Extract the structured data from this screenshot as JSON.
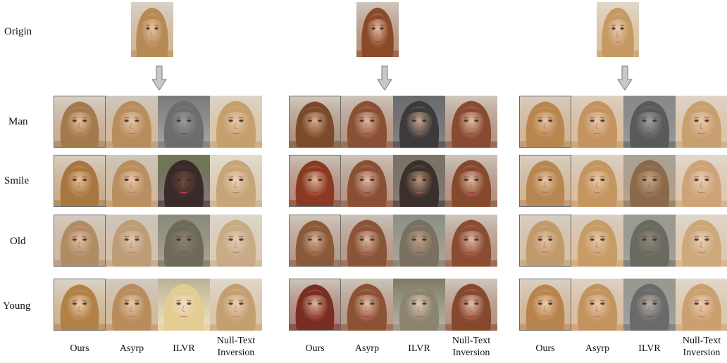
{
  "row_labels": {
    "origin": "Origin",
    "man": "Man",
    "smile": "Smile",
    "old": "Old",
    "young": "Young"
  },
  "column_labels": [
    "Ours",
    "Asyrp",
    "ILVR",
    "Null-Text\nInversion"
  ],
  "rows": [
    "man",
    "smile",
    "old",
    "young"
  ],
  "methods": [
    "ours",
    "asyrp",
    "ilvr",
    "nulltext"
  ],
  "groups": [
    {
      "id": "subject-1",
      "origin": {
        "hair": "#b78a55",
        "skin": "#e8c4a4",
        "bg": "#d9d2c8",
        "lip": "#c07a6e"
      },
      "grid": {
        "man": [
          {
            "hair": "#a37a4c",
            "skin": "#e3bd9c",
            "bg": "#d7cfc4",
            "lip": "#b47265"
          },
          {
            "hair": "#b88d5c",
            "skin": "#e6c6a8",
            "bg": "#cfc8bf",
            "lip": "#b8786c"
          },
          {
            "hair": "#6d6d6d",
            "skin": "#9a9a9a",
            "bg": "#7a7a7a",
            "lip": "#5a5a5a",
            "gray": true
          },
          {
            "hair": "#c4a06c",
            "skin": "#e6c8aa",
            "bg": "#ddd5c8",
            "lip": "#b07066"
          }
        ],
        "smile": [
          {
            "hair": "#a8773f",
            "skin": "#e6bd98",
            "bg": "#d8d0c2",
            "lip": "#c0685c"
          },
          {
            "hair": "#ba8f60",
            "skin": "#e8c6a8",
            "bg": "#cdc7be",
            "lip": "#c27a70"
          },
          {
            "hair": "#3a2a2a",
            "skin": "#6b4a3a",
            "bg": "#6f7a52",
            "lip": "#d13a5a"
          },
          {
            "hair": "#c7a57a",
            "skin": "#ead0b6",
            "bg": "#e2dccf",
            "lip": "#c07c70"
          }
        ],
        "old": [
          {
            "hair": "#b08c64",
            "skin": "#e0bea0",
            "bg": "#d3cbbf",
            "lip": "#b27464"
          },
          {
            "hair": "#bd9c78",
            "skin": "#e3c6ac",
            "bg": "#cdc6bd",
            "lip": "#b47a6c"
          },
          {
            "hair": "#6f6a58",
            "skin": "#8a7f70",
            "bg": "#8b8a7c",
            "lip": "#6a5a52"
          },
          {
            "hair": "#c8ac86",
            "skin": "#e6ccb4",
            "bg": "#dcd6cc",
            "lip": "#b27a70"
          }
        ],
        "young": [
          {
            "hair": "#b08248",
            "skin": "#ecc9a8",
            "bg": "#dcd4c6",
            "lip": "#c87a70"
          },
          {
            "hair": "#b88d5e",
            "skin": "#eac8aa",
            "bg": "#d2cbc2",
            "lip": "#c07a6e"
          },
          {
            "hair": "#e2cc92",
            "skin": "#f0dcc4",
            "bg": "#b9b29a",
            "lip": "#c47468"
          },
          {
            "hair": "#c4a070",
            "skin": "#ecd0b6",
            "bg": "#e0d8cc",
            "lip": "#c27c70"
          }
        ]
      }
    },
    {
      "id": "subject-2",
      "origin": {
        "hair": "#8a4a2a",
        "skin": "#e6bca4",
        "bg": "#cfc6bc",
        "lip": "#b03040"
      },
      "grid": {
        "man": [
          {
            "hair": "#7a4a2a",
            "skin": "#dcae92",
            "bg": "#d2cabf",
            "lip": "#a85848"
          },
          {
            "hair": "#8a5035",
            "skin": "#e2b8a0",
            "bg": "#cdc4ba",
            "lip": "#a04050"
          },
          {
            "hair": "#3c3a3a",
            "skin": "#c7a48e",
            "bg": "#6c6c70",
            "lip": "#8a5a5a"
          },
          {
            "hair": "#884a30",
            "skin": "#e4bca6",
            "bg": "#d0c8be",
            "lip": "#a83848"
          }
        ],
        "smile": [
          {
            "hair": "#8a3a22",
            "skin": "#e2b49a",
            "bg": "#cbc3b8",
            "lip": "#b8283a"
          },
          {
            "hair": "#8a5035",
            "skin": "#e4bca4",
            "bg": "#cbc2b8",
            "lip": "#b03848"
          },
          {
            "hair": "#3a302c",
            "skin": "#c09478",
            "bg": "#7c7468",
            "lip": "#9a5a54"
          },
          {
            "hair": "#86482e",
            "skin": "#e2baa2",
            "bg": "#cdc5bb",
            "lip": "#b03040"
          }
        ],
        "old": [
          {
            "hair": "#8a5a3a",
            "skin": "#dcb49c",
            "bg": "#cfc7bc",
            "lip": "#a05048"
          },
          {
            "hair": "#8a5438",
            "skin": "#e0b8a0",
            "bg": "#cac2b8",
            "lip": "#a04850"
          },
          {
            "hair": "#7a7060",
            "skin": "#c0a088",
            "bg": "#8c9088",
            "lip": "#7a5a50"
          },
          {
            "hair": "#8a4c32",
            "skin": "#e0b8a2",
            "bg": "#cec6bc",
            "lip": "#a83c48"
          }
        ],
        "young": [
          {
            "hair": "#7a2e22",
            "skin": "#e6b8a0",
            "bg": "#cdc5ba",
            "lip": "#c02838"
          },
          {
            "hair": "#8c5236",
            "skin": "#e6bea6",
            "bg": "#ccc4ba",
            "lip": "#b03444"
          },
          {
            "hair": "#8a8470",
            "skin": "#dcc8ae",
            "bg": "#7c7c60",
            "lip": "#a06a60"
          },
          {
            "hair": "#86482e",
            "skin": "#e6c0aa",
            "bg": "#d0c8be",
            "lip": "#b03040"
          }
        ]
      }
    },
    {
      "id": "subject-3",
      "origin": {
        "hair": "#c49a62",
        "skin": "#eacab0",
        "bg": "#e2d8cc",
        "lip": "#c27c70"
      },
      "grid": {
        "man": [
          {
            "hair": "#b8864e",
            "skin": "#e4c0a2",
            "bg": "#d6cdc0",
            "lip": "#b47062"
          },
          {
            "hair": "#c49460",
            "skin": "#e8c6aa",
            "bg": "#dad0c4",
            "lip": "#c07a6c"
          },
          {
            "hair": "#5a5a5a",
            "skin": "#a0a0a0",
            "bg": "#8a8a8a",
            "lip": "#606060",
            "gray": true
          },
          {
            "hair": "#c8a070",
            "skin": "#e8c8ae",
            "bg": "#ddd4c8",
            "lip": "#b87668"
          }
        ],
        "smile": [
          {
            "hair": "#b88650",
            "skin": "#e8c2a2",
            "bg": "#d8cfc2",
            "lip": "#c06a5e"
          },
          {
            "hair": "#c49660",
            "skin": "#eac8aa",
            "bg": "#dbd1c5",
            "lip": "#c4786a"
          },
          {
            "hair": "#8a6a4a",
            "skin": "#c8a48a",
            "bg": "#a8a496",
            "lip": "#9a5a50"
          },
          {
            "hair": "#cca478",
            "skin": "#ecceb6",
            "bg": "#e0d8cc",
            "lip": "#c47a6e"
          }
        ],
        "old": [
          {
            "hair": "#c09a6a",
            "skin": "#e2c2a6",
            "bg": "#d6cec2",
            "lip": "#b47466"
          },
          {
            "hair": "#c89c66",
            "skin": "#e6c6ac",
            "bg": "#d8cec2",
            "lip": "#ba786a"
          },
          {
            "hair": "#6a6a60",
            "skin": "#8c8678",
            "bg": "#9a9a90",
            "lip": "#605650"
          },
          {
            "hair": "#cca87a",
            "skin": "#e8ccb4",
            "bg": "#ded6ca",
            "lip": "#b87a6e"
          }
        ],
        "young": [
          {
            "hair": "#b8844e",
            "skin": "#ecc8a8",
            "bg": "#dad1c4",
            "lip": "#c87468"
          },
          {
            "hair": "#c49460",
            "skin": "#ecc8aa",
            "bg": "#dcd2c6",
            "lip": "#c4786a"
          },
          {
            "hair": "#6a6a6a",
            "skin": "#b4aca4",
            "bg": "#9a9890",
            "lip": "#6a5c58",
            "gray": true
          },
          {
            "hair": "#caa070",
            "skin": "#eeccb2",
            "bg": "#e2d8cc",
            "lip": "#c27a6e"
          }
        ]
      }
    }
  ]
}
